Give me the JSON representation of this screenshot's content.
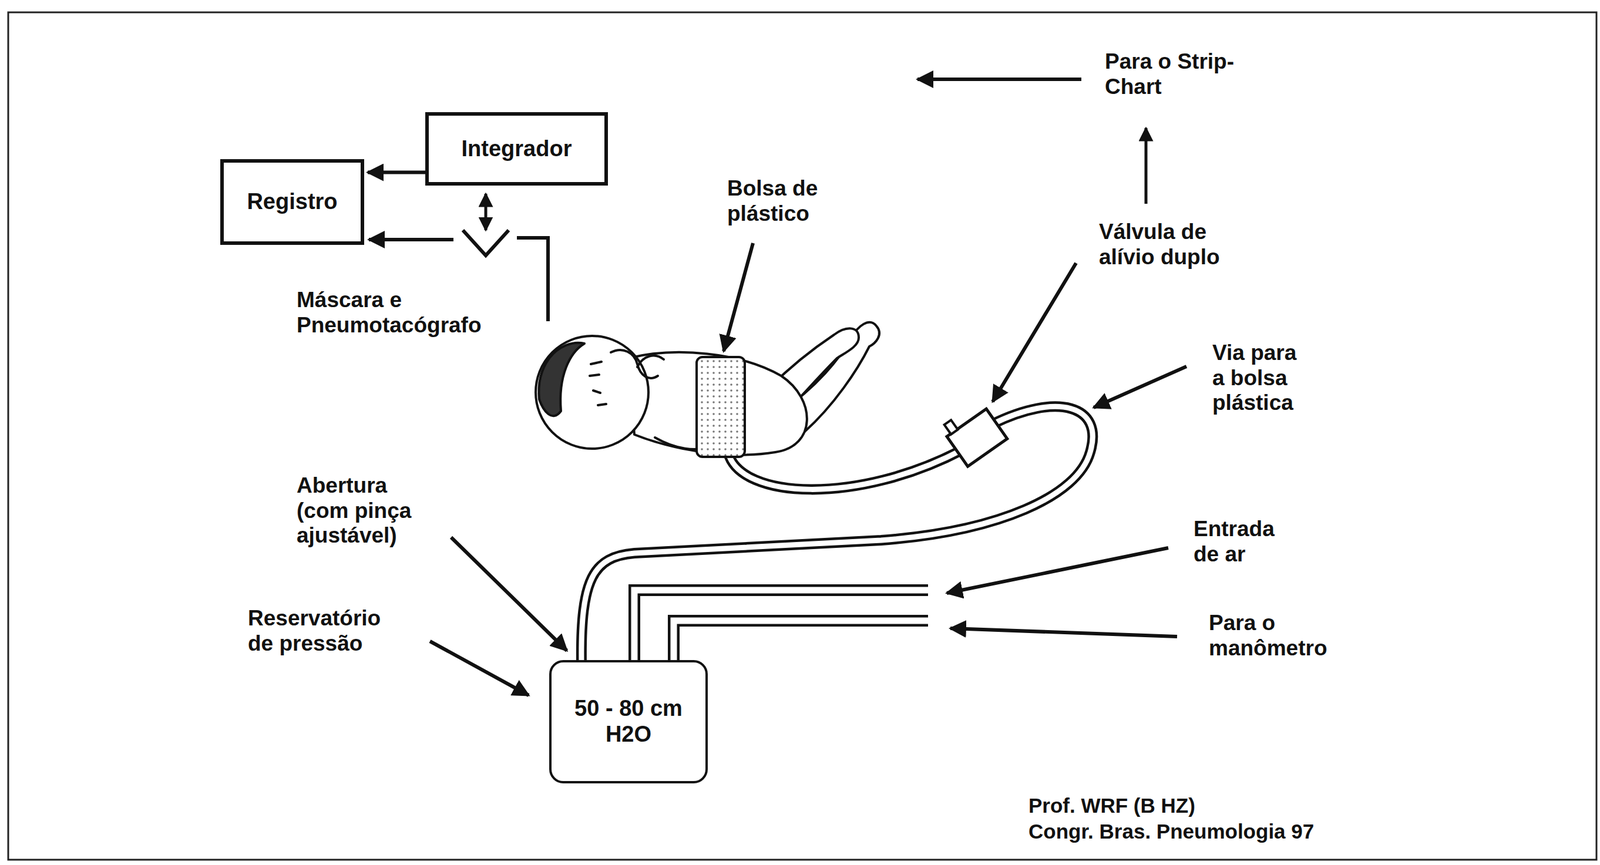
{
  "diagram": {
    "nodes": [
      {
        "text": [
          "Integrador"
        ]
      },
      {
        "text": [
          "Registro"
        ]
      },
      {
        "text": [
          "50 - 80 cm H2O"
        ]
      }
    ],
    "edges": [
      {
        "from": 0,
        "to": 1,
        "arrow": "to"
      }
    ],
    "labels": [
      "Para o Strip-Chart",
      "Bolsa de plástico",
      "Válvula de alívio duplo",
      "Máscara e Pneumotacógrafo",
      "Via para a bolsa plástica",
      "Abertura (com pinça ajustável)",
      "Entrada de ar",
      "Reservatório de pressão",
      "Para o manômetro",
      "Prof. WRF (B HZ)",
      "Congr. Bras. Pneumologia 97"
    ]
  }
}
